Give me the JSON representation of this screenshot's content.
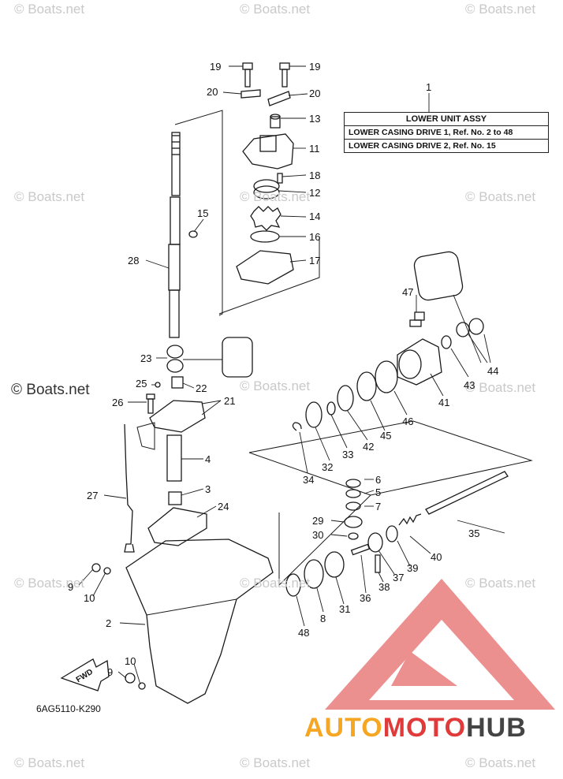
{
  "watermarks": [
    "© Boats.net",
    "© Boats.net",
    "© Boats.net",
    "© Boats.net",
    "© Boats.net",
    "© Boats.net",
    "© Boats.net",
    "© Boats.net",
    "© Boats.net",
    "© Boats.net",
    "© Boats.net",
    "© Boats.net",
    "© Boats.net",
    "© Boats.net"
  ],
  "watermark_main": "© Boats.net",
  "info_box": {
    "ref": "1",
    "title": "LOWER UNIT ASSY",
    "line1": "LOWER CASING DRIVE 1,  Ref. No. 2 to 48",
    "line2": "LOWER CASING DRIVE 2,  Ref. No. 15"
  },
  "callouts": {
    "c19a": "19",
    "c19b": "19",
    "c20a": "20",
    "c20b": "20",
    "c13": "13",
    "c11": "11",
    "c18": "18",
    "c12": "12",
    "c14": "14",
    "c15": "15",
    "c16": "16",
    "c17": "17",
    "c28": "28",
    "c23": "23",
    "c25": "25",
    "c22": "22",
    "c21": "21",
    "c26": "26",
    "c4": "4",
    "c3": "3",
    "c24": "24",
    "c27": "27",
    "c9a": "9",
    "c10a": "10",
    "c2": "2",
    "c10b": "10",
    "c9b": "9",
    "c47": "47",
    "c44": "44",
    "c43": "43",
    "c41": "41",
    "c46": "46",
    "c45": "45",
    "c42": "42",
    "c33": "33",
    "c32": "32",
    "c34": "34",
    "c6": "6",
    "c5": "5",
    "c7": "7",
    "c29": "29",
    "c30": "30",
    "c35": "35",
    "c40": "40",
    "c39": "39",
    "c37": "37",
    "c38": "38",
    "c36": "36",
    "c31": "31",
    "c8": "8",
    "c48": "48"
  },
  "fwd_label": "FWD",
  "drawing_code": "6AG5110-K290",
  "brand": {
    "part1": "AUTO",
    "part2": "MOTO",
    "part3": "HUB"
  },
  "colors": {
    "logo_red": "#e03a3a",
    "logo_orange": "#f5a623",
    "logo_gray": "#444444"
  }
}
